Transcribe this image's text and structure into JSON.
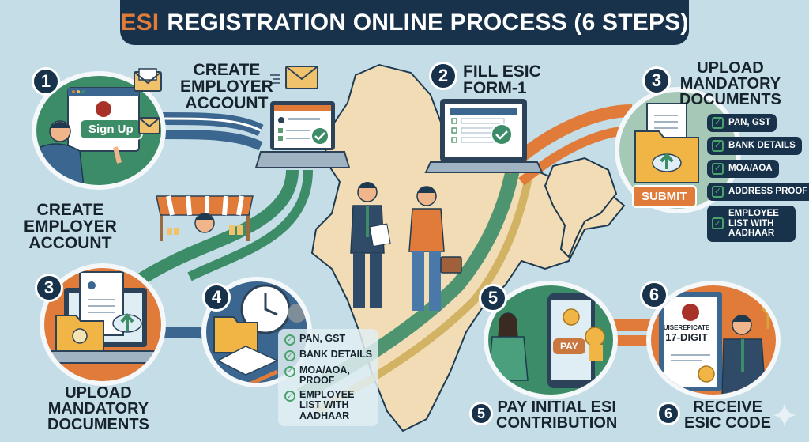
{
  "title": {
    "accent": "ESI",
    "text": "REGISTRATION ONLINE PROCESS (6 STEPS)"
  },
  "colors": {
    "background": "#c4dde6",
    "navy": "#17324a",
    "orange": "#e07b39",
    "green": "#3c8c68",
    "map": "#f2dcb5",
    "folder": "#f0b545"
  },
  "steps": [
    {
      "number": "1",
      "label_line1": "CREATE",
      "label_line2": "EMPLOYER",
      "label_line3": "ACCOUNT",
      "button": "Sign Up",
      "icon": "signup-browser-icon"
    },
    {
      "number": "2",
      "label_line1": "FILL ESIC",
      "label_line2": "FORM-1",
      "icon": "laptop-form-icon"
    },
    {
      "number": "3",
      "label_line1": "UPLOAD",
      "label_line2": "MANDATORY",
      "label_line3": "DOCUMENTS",
      "button": "SUBMIT",
      "documents": [
        "PAN, GST",
        "BANK DETAILS",
        "MOA/AOA",
        "ADDRESS PROOF",
        "EMPLOYEE LIST WITH AADHAAR"
      ],
      "icon": "folder-upload-icon"
    },
    {
      "number": "4",
      "checklist": [
        "PAN, GST",
        "BANK DETAILS",
        "MOA/AOA, PROOF",
        "EMPLOYEE LIST WITH AADHAAR"
      ],
      "icon": "clock-gear-documents-icon"
    },
    {
      "number": "5",
      "label_line1": "PAY INITIAL ESI",
      "label_line2": "CONTRIBUTION",
      "button": "PAY",
      "icon": "phone-payment-icon"
    },
    {
      "number": "6",
      "label_line1": "RECEIVE",
      "label_line2": "ESIC CODE",
      "certificate_line1": "UISEREPICATE",
      "certificate_line2": "17-DIGIT",
      "icon": "certificate-key-icon"
    }
  ],
  "extra_labels": {
    "top_create_line1": "CREATE",
    "top_create_line2": "EMPLOYER",
    "top_create_line3": "ACCOUNT",
    "left_create_line1": "CREATE",
    "left_create_line2": "EMPLOYER",
    "left_create_line3": "ACCOUNT",
    "left_upload_line1": "UPLOAD",
    "left_upload_line2": "MANDATORY",
    "left_upload_line3": "DOCUMENTS",
    "left_upload_number": "3"
  }
}
